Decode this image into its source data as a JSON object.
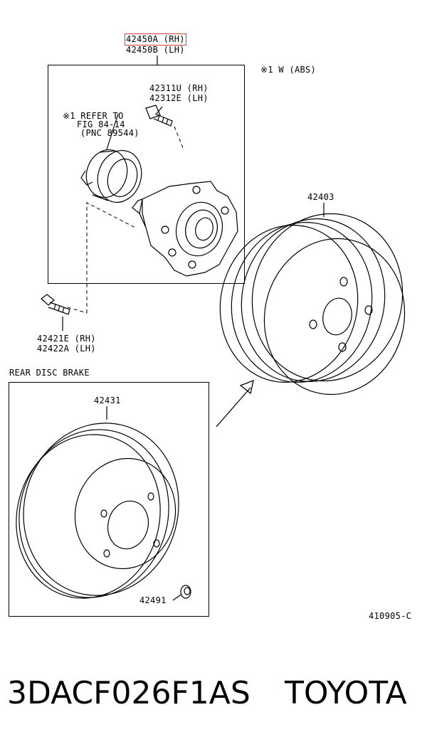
{
  "labels": {
    "hub_rh": "42450A (RH)",
    "hub_lh": "42450B (LH)",
    "abs_note": "※1 W (ABS)",
    "stud_rh": "42311U (RH)",
    "stud_lh": "42312E (LH)",
    "refer_1": "※1 REFER TO",
    "refer_2": "FIG 84-14",
    "refer_3": "(PNC 89544)",
    "drum": "42403",
    "bolt_rh": "42421E (RH)",
    "bolt_lh": "42422A (LH)",
    "rear_disc_title": "REAR DISC BRAKE",
    "disc": "42431",
    "plug": "42491",
    "fig_code": "410905-C"
  },
  "caption": {
    "part_number": "3DACF026F1AS",
    "brand": "TOYOTA"
  },
  "colors": {
    "highlight": "#d93a3a",
    "line": "#000000"
  }
}
